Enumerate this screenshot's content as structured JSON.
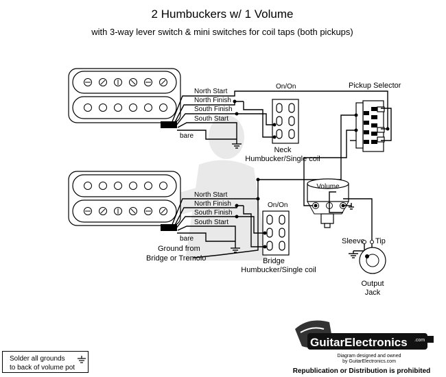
{
  "header": {
    "title": "2 Humbuckers w/ 1 Volume",
    "subtitle": "with 3-way lever switch  & mini switches for coil taps (both pickups)"
  },
  "neck_pickup": {
    "wires": [
      "North Start",
      "North Finish",
      "South Finish",
      "South Start"
    ],
    "bare_label": "bare"
  },
  "bridge_pickup": {
    "wires": [
      "North Start",
      "North Finish",
      "South Finish",
      "South Start"
    ],
    "bare_label": "bare"
  },
  "neck_switch": {
    "mode": "On/On",
    "name": "Neck",
    "caption": "Humbucker/Single coil"
  },
  "bridge_switch": {
    "mode": "On/On",
    "name": "Bridge",
    "caption": "Humbucker/Single coil"
  },
  "selector": {
    "label": "Pickup Selector"
  },
  "volume": {
    "label": "Volume"
  },
  "ground_note": {
    "line1": "Ground from",
    "line2": "Bridge or Tremolo"
  },
  "jack": {
    "sleeve": "Sleeve",
    "tip": "Tip",
    "line1": "Output",
    "line2": "Jack"
  },
  "solder_note": {
    "line1": "Solder all grounds",
    "line2": "to back of volume pot"
  },
  "brand": {
    "name": "GuitarElectronics",
    "suffix": ".com",
    "line1": "Diagram designed and owned",
    "line2": "by GuitarElectronics.com",
    "footer": "Republication or Distribution is prohibited"
  }
}
